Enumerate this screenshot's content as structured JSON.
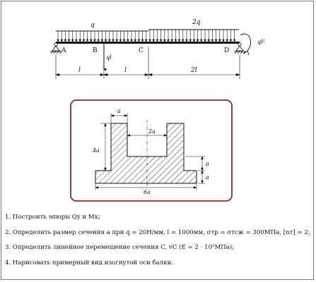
{
  "beam": {
    "load_left": "q",
    "load_right": "2q",
    "point_force": "ql",
    "moment": "ql²",
    "points": [
      "A",
      "B",
      "C",
      "D"
    ],
    "dims": [
      "l",
      "l",
      "2l"
    ]
  },
  "section": {
    "dim_top": "a",
    "dim_gap": "2a",
    "dim_height": "4a",
    "dim_base": "6a",
    "dim_right_upper": "a",
    "dim_right_lower": "a"
  },
  "tasks": [
    "1.  Построить эпюры Qy и Mx;",
    "2.  Определить размер сечения a при q = 20Н/мм, l = 1000мм, σтр = σтсж = 300МПа, [nт] = 2;",
    "3.  Определить линейное перемещение сечения C, vC (E = 2 · 10⁵МПа);",
    "4.  Нарисовать примерный вид изогнутой оси балки."
  ],
  "colors": {
    "frame_border": "#8b2a2a",
    "ink": "#111111"
  }
}
